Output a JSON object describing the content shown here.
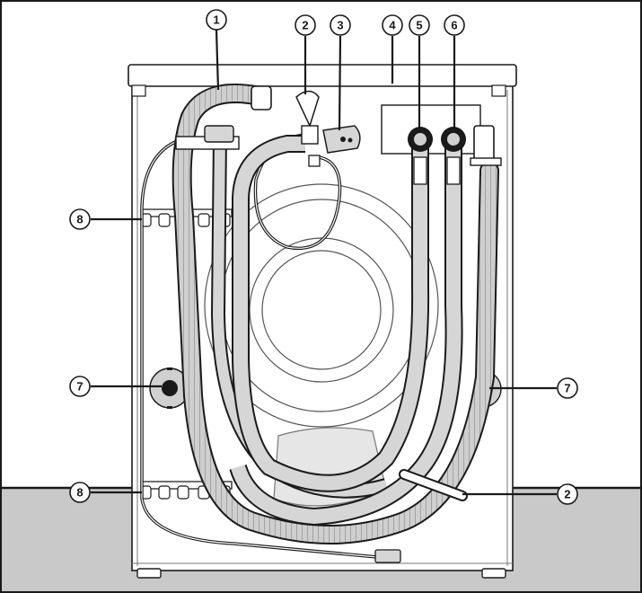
{
  "callouts": [
    {
      "id": "1",
      "label": "1"
    },
    {
      "id": "2a",
      "label": "2"
    },
    {
      "id": "3",
      "label": "3"
    },
    {
      "id": "4",
      "label": "4"
    },
    {
      "id": "5",
      "label": "5"
    },
    {
      "id": "6",
      "label": "6"
    },
    {
      "id": "8a",
      "label": "8"
    },
    {
      "id": "7a",
      "label": "7"
    },
    {
      "id": "7b",
      "label": "7"
    },
    {
      "id": "8b",
      "label": "8"
    },
    {
      "id": "2b",
      "label": "2"
    }
  ],
  "colors": {
    "floor": "#c9c9c9",
    "housing_fill": "#ffffff",
    "hose_fill": "#d6d6d6",
    "line": "#1a1a1a"
  }
}
